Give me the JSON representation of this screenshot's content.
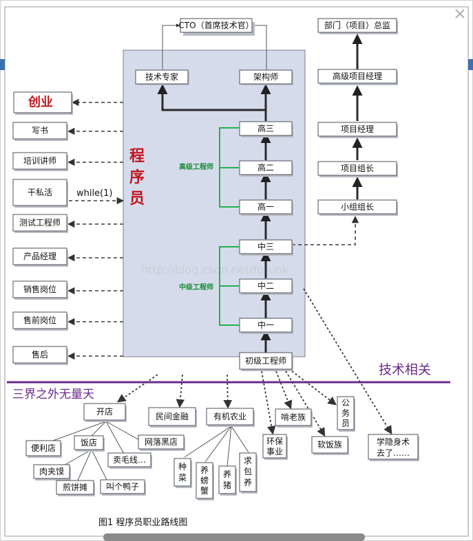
{
  "caption": "图1 程序员职业路线图",
  "watermark": "http://blog.csdn.net/foruok",
  "programmer_label": [
    "程",
    "序",
    "员"
  ],
  "loop_label": "while(1)",
  "senior_group_label": "高级工程师",
  "mid_group_label": "中级工程师",
  "tech_related_label": "技术相关",
  "beyond_label": "三界之外无量天",
  "tech_ladder": {
    "cto": "CTO（首席技术官）",
    "expert": "技术专家",
    "architect": "架构师",
    "senior3": "高三",
    "senior2": "高二",
    "senior1": "高一",
    "mid3": "中三",
    "mid2": "中二",
    "mid1": "中一",
    "junior": "初级工程师"
  },
  "mgmt_ladder": {
    "director": "部门（项目）总监",
    "senior_pm": "高级项目经理",
    "pm": "项目经理",
    "project_lead": "项目组长",
    "team_lead": "小组组长"
  },
  "side_roles": {
    "startup": "创业",
    "writer": "写书",
    "trainer": "培训讲师",
    "side_job": "干私活",
    "test_eng": "测试工程师",
    "product_mgr": "产品经理",
    "sales": "销售岗位",
    "presales": "售前岗位",
    "aftersales": "售后"
  },
  "outside": {
    "shop": "开店",
    "folk_finance": "民间金融",
    "organic_farming": "有机农业",
    "env_protection": [
      "环保",
      "事业"
    ],
    "rent_collector": "啃老族",
    "freeloader": "软饭族",
    "civil_servant": [
      "公",
      "务",
      "员"
    ],
    "hermit": [
      "学隐身术",
      "去了……"
    ]
  },
  "shop_items": {
    "convenience": "便利店",
    "restaurant": "饭店",
    "knitwear": "卖毛线…",
    "netcafe": "网落黑店",
    "roujiamo": "肉夹馍",
    "jianbing": "煎饼摊",
    "duck": "叫个鸭子"
  },
  "farm_items": {
    "veg": [
      "种",
      "菜"
    ],
    "crab": [
      "养",
      "螃",
      "蟹"
    ],
    "pig": [
      "养",
      "猪"
    ],
    "support": [
      "求",
      "包",
      "养"
    ]
  },
  "colors": {
    "programmer_panel": "#d6dbec",
    "accent_red": "#c0161c",
    "green_bracket": "#21b24a",
    "purple": "#6b2a8c"
  },
  "close_icon": "close-icon"
}
